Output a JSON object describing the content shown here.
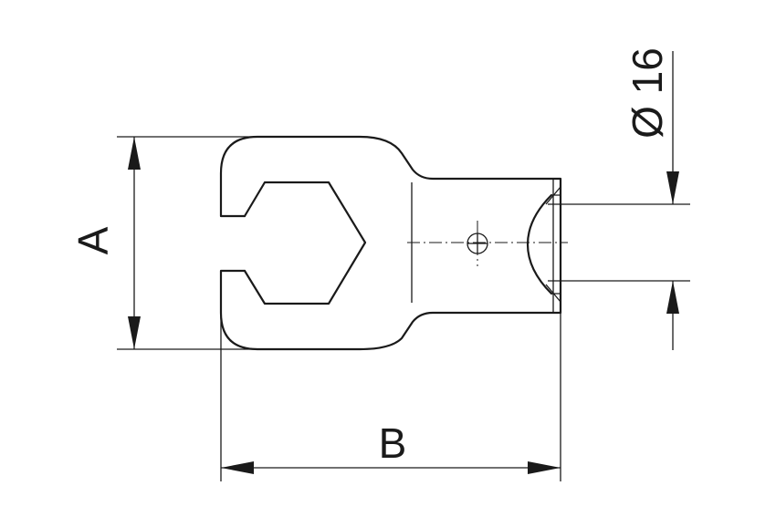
{
  "diagram": {
    "line_color": "#1a1a1a",
    "background": "#ffffff",
    "labels": {
      "dimension_a": "A",
      "dimension_b": "B",
      "dimension_diameter": "Ø 16"
    }
  }
}
